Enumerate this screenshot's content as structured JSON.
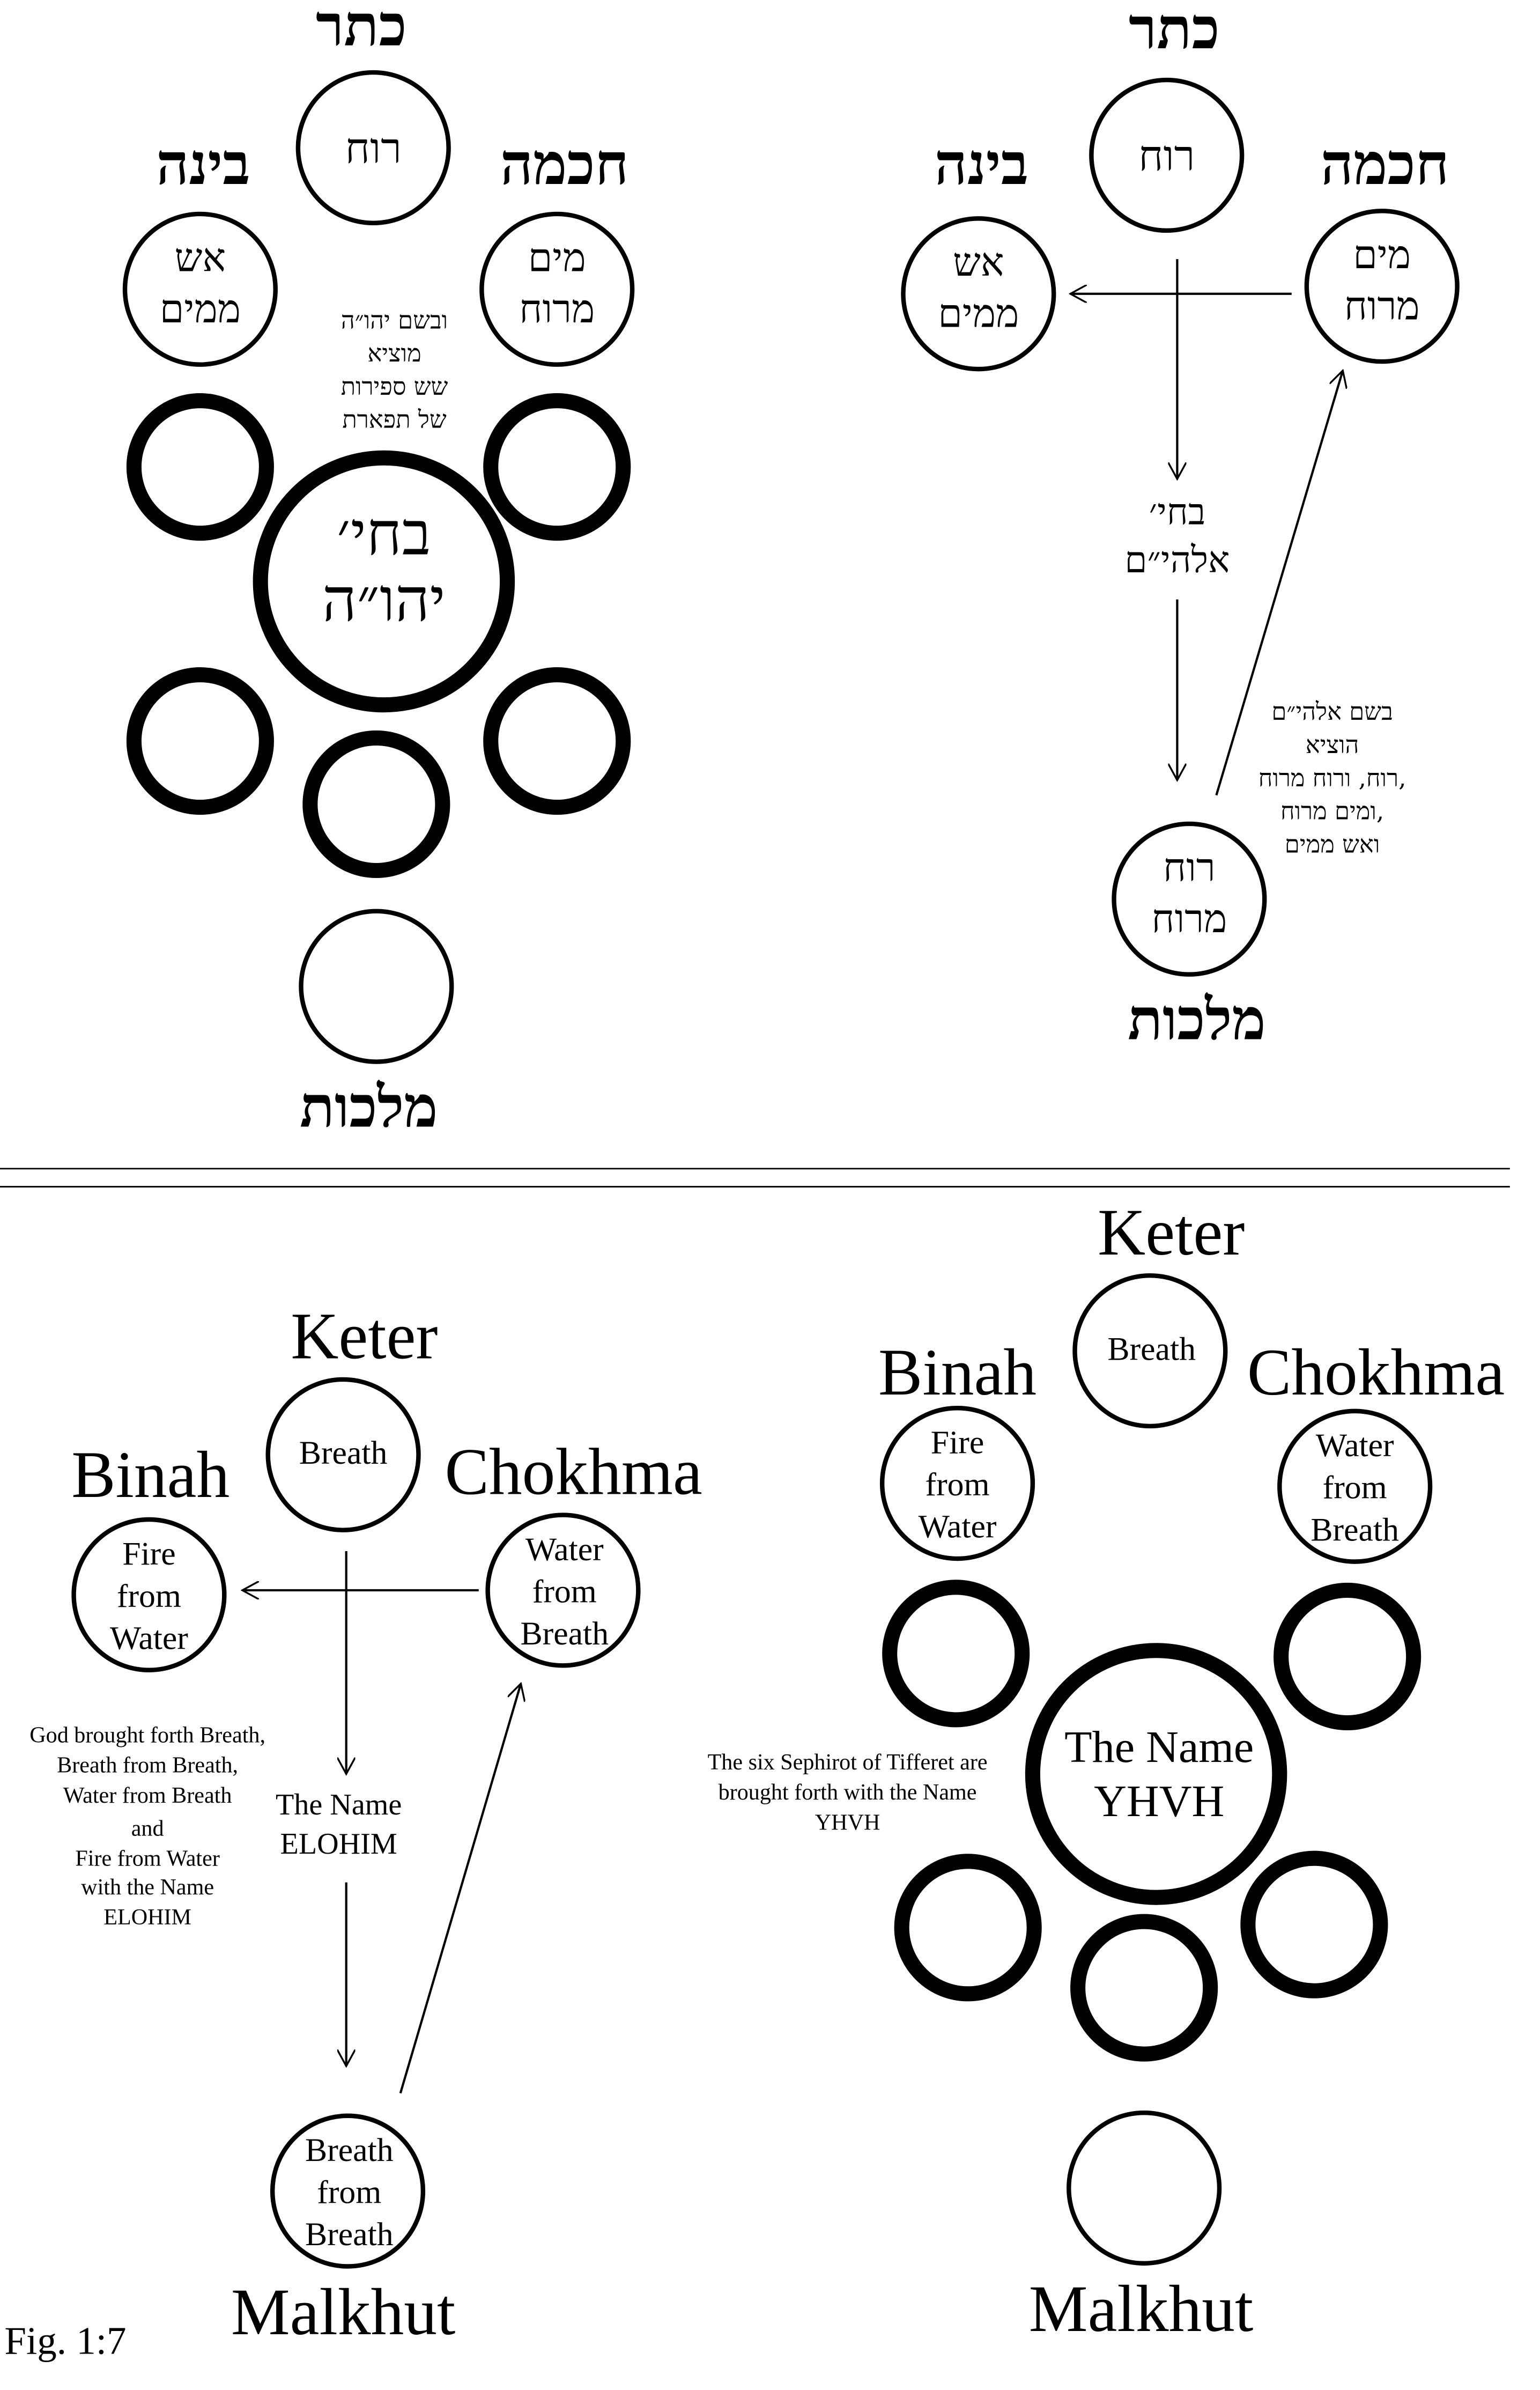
{
  "colors": {
    "ink": "#000000",
    "paper": "#ffffff"
  },
  "fig_label": "Fig. 1:7",
  "top_left": {
    "keter": "כתר",
    "binah": "בינה",
    "chokhma": "חכמה",
    "malkhut": "מלכות",
    "keter_inner": "רוח",
    "binah_inner": [
      "אש",
      "ממים"
    ],
    "chokhma_inner": [
      "מים",
      "מרוח"
    ],
    "center": [
      "בחי׳",
      "יהו״ה"
    ],
    "note": [
      "ובשם יהו״ה",
      "מוציא",
      "שש ספירות",
      "של תפארת"
    ]
  },
  "top_right": {
    "keter": "כתר",
    "binah": "בינה",
    "chokhma": "חכמה",
    "malkhut": "מלכות",
    "keter_inner": "רוח",
    "binah_inner": [
      "אש",
      "ממים"
    ],
    "chokhma_inner": [
      "מים",
      "מרוח"
    ],
    "malkhut_inner": [
      "רוח",
      "מרוח"
    ],
    "middle": [
      "בחי׳",
      "אלהי״ם"
    ],
    "note": [
      "בשם אלהי״ם",
      "הוציא",
      "רוח, ורוח מרוח,",
      "ומים מרוח,",
      "ואש ממים"
    ]
  },
  "bottom_left": {
    "keter": "Keter",
    "binah": "Binah",
    "chokhma": "Chokhma",
    "malkhut": "Malkhut",
    "keter_inner": "Breath",
    "binah_inner": [
      "Fire",
      "from",
      "Water"
    ],
    "chokhma_inner": [
      "Water",
      "from",
      "Breath"
    ],
    "malkhut_inner": [
      "Breath",
      "from",
      "Breath"
    ],
    "middle": [
      "The Name",
      "ELOHIM"
    ],
    "note": [
      "God brought forth Breath,",
      "Breath from Breath,",
      "Water from Breath",
      "and",
      "Fire from Water",
      "with the Name",
      "ELOHIM"
    ]
  },
  "bottom_right": {
    "keter": "Keter",
    "binah": "Binah",
    "chokhma": "Chokhma",
    "malkhut": "Malkhut",
    "keter_inner": "Breath",
    "binah_inner": [
      "Fire",
      "from",
      "Water"
    ],
    "chokhma_inner": [
      "Water",
      "from",
      "Breath"
    ],
    "center": [
      "The Name",
      "YHVH"
    ],
    "note": [
      "The six Sephirot of Tifferet are",
      "brought forth with the Name",
      "YHVH"
    ]
  }
}
